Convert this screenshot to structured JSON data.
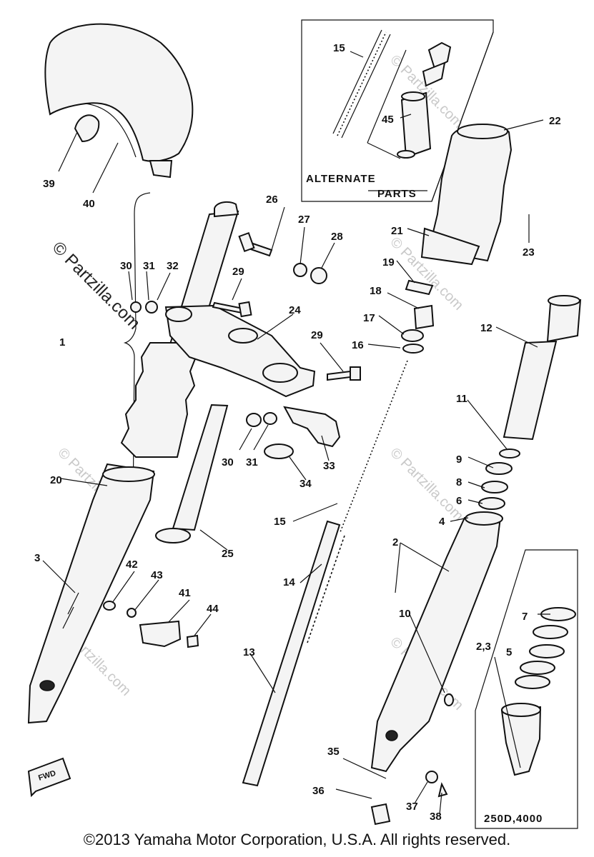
{
  "footer": {
    "copyright": "©2013 Yamaha Motor Corporation, U.S.A. All rights reserved."
  },
  "watermark": {
    "text": "© Partzilla.com"
  },
  "boxes": {
    "alternate_line1": "ALTERNATE",
    "alternate_line2": "PARTS",
    "models": "250D,4000"
  },
  "fwd": "FWD",
  "callouts": {
    "c1": "1",
    "c2": "2",
    "c3": "3",
    "c4": "4",
    "c5": "5",
    "c6": "6",
    "c7": "7",
    "c8": "8",
    "c9": "9",
    "c10": "10",
    "c11": "11",
    "c12": "12",
    "c13": "13",
    "c14": "14",
    "c15a": "15",
    "c15b": "15",
    "c16": "16",
    "c17": "17",
    "c18": "18",
    "c19": "19",
    "c20": "20",
    "c21": "21",
    "c22": "22",
    "c23": "23",
    "c24": "24",
    "c25": "25",
    "c26": "26",
    "c27": "27",
    "c28": "28",
    "c29a": "29",
    "c29b": "29",
    "c30a": "30",
    "c30b": "30",
    "c31a": "31",
    "c31b": "31",
    "c32": "32",
    "c33": "33",
    "c34": "34",
    "c35": "35",
    "c36": "36",
    "c37": "37",
    "c38": "38",
    "c39": "39",
    "c40": "40",
    "c41": "41",
    "c42": "42",
    "c43": "43",
    "c44": "44",
    "c45": "45",
    "c23b": "2,3"
  }
}
